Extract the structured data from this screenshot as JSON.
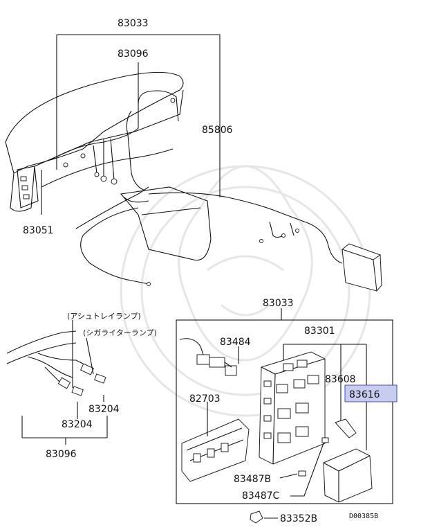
{
  "labels": {
    "top_harness": "83033",
    "instr_harness": "83096",
    "floor_harness": "85806",
    "side_harness": "83051",
    "box_title": "83033",
    "junction_block": "83301",
    "relay_83484": "83484",
    "bracket_83608": "83608",
    "cover_83616": "83616",
    "connector_82703": "82703",
    "bulb_right": "83204",
    "bulb_left": "83204",
    "harness_bottom": "83096",
    "fuse_b": "83487B",
    "fuse_c": "83487C",
    "clip": "83352B",
    "jp_ashtray": "(アシュトレイランプ)",
    "jp_cigar": "(シガライターランプ)",
    "drawing_code": "D00385B"
  }
}
